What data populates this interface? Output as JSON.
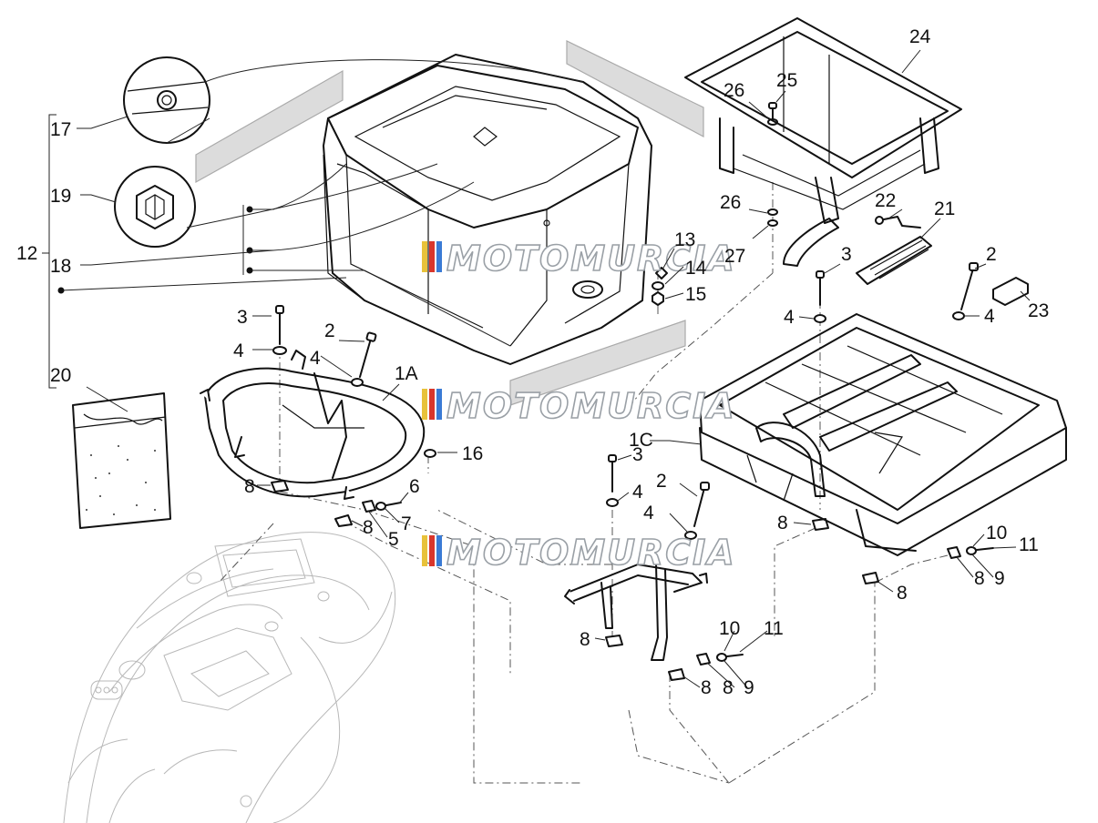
{
  "watermark": "MOTOMURCIA",
  "watermark_stripe_colors": [
    "#e8c23a",
    "#d9362b",
    "#3a7bd5"
  ],
  "callouts": [
    {
      "id": "c17",
      "text": "17"
    },
    {
      "id": "c19",
      "text": "19"
    },
    {
      "id": "c12",
      "text": "12"
    },
    {
      "id": "c18",
      "text": "18"
    },
    {
      "id": "c20",
      "text": "20"
    },
    {
      "id": "c3a",
      "text": "3"
    },
    {
      "id": "c2a",
      "text": "2"
    },
    {
      "id": "c4a",
      "text": "4"
    },
    {
      "id": "c4b",
      "text": "4"
    },
    {
      "id": "c1A",
      "text": "1A"
    },
    {
      "id": "c16",
      "text": "16"
    },
    {
      "id": "c8a",
      "text": "8"
    },
    {
      "id": "c6",
      "text": "6"
    },
    {
      "id": "c8b",
      "text": "8"
    },
    {
      "id": "c7",
      "text": "7"
    },
    {
      "id": "c5",
      "text": "5"
    },
    {
      "id": "c13",
      "text": "13"
    },
    {
      "id": "c14",
      "text": "14"
    },
    {
      "id": "c15",
      "text": "15"
    },
    {
      "id": "c24",
      "text": "24"
    },
    {
      "id": "c25",
      "text": "25"
    },
    {
      "id": "c26a",
      "text": "26"
    },
    {
      "id": "c26b",
      "text": "26"
    },
    {
      "id": "c27",
      "text": "27"
    },
    {
      "id": "c22",
      "text": "22"
    },
    {
      "id": "c21",
      "text": "21"
    },
    {
      "id": "c3b",
      "text": "3"
    },
    {
      "id": "c2b",
      "text": "2"
    },
    {
      "id": "c4c",
      "text": "4"
    },
    {
      "id": "c4d",
      "text": "4"
    },
    {
      "id": "c23",
      "text": "23"
    },
    {
      "id": "c1C",
      "text": "1C"
    },
    {
      "id": "c3c",
      "text": "3"
    },
    {
      "id": "c4e",
      "text": "4"
    },
    {
      "id": "c2c",
      "text": "2"
    },
    {
      "id": "c4f",
      "text": "4"
    },
    {
      "id": "c8c",
      "text": "8"
    },
    {
      "id": "c10a",
      "text": "10"
    },
    {
      "id": "c11a",
      "text": "11"
    },
    {
      "id": "c8d",
      "text": "8"
    },
    {
      "id": "c9a",
      "text": "9"
    },
    {
      "id": "c8e",
      "text": "8"
    },
    {
      "id": "c8f",
      "text": "8"
    },
    {
      "id": "c10b",
      "text": "10"
    },
    {
      "id": "c11b",
      "text": "11"
    },
    {
      "id": "c8g",
      "text": "8"
    },
    {
      "id": "c8h",
      "text": "8"
    },
    {
      "id": "c9b",
      "text": "9"
    }
  ]
}
